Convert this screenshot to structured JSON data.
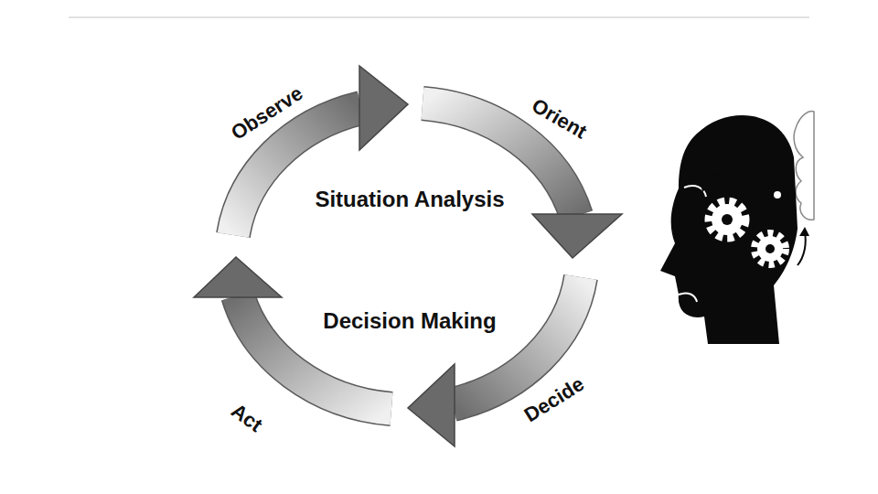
{
  "diagram": {
    "labels": [
      "Observe",
      "Orient",
      "Situation Analysis",
      "Decision Making",
      "Decide",
      "Act"
    ]
  }
}
